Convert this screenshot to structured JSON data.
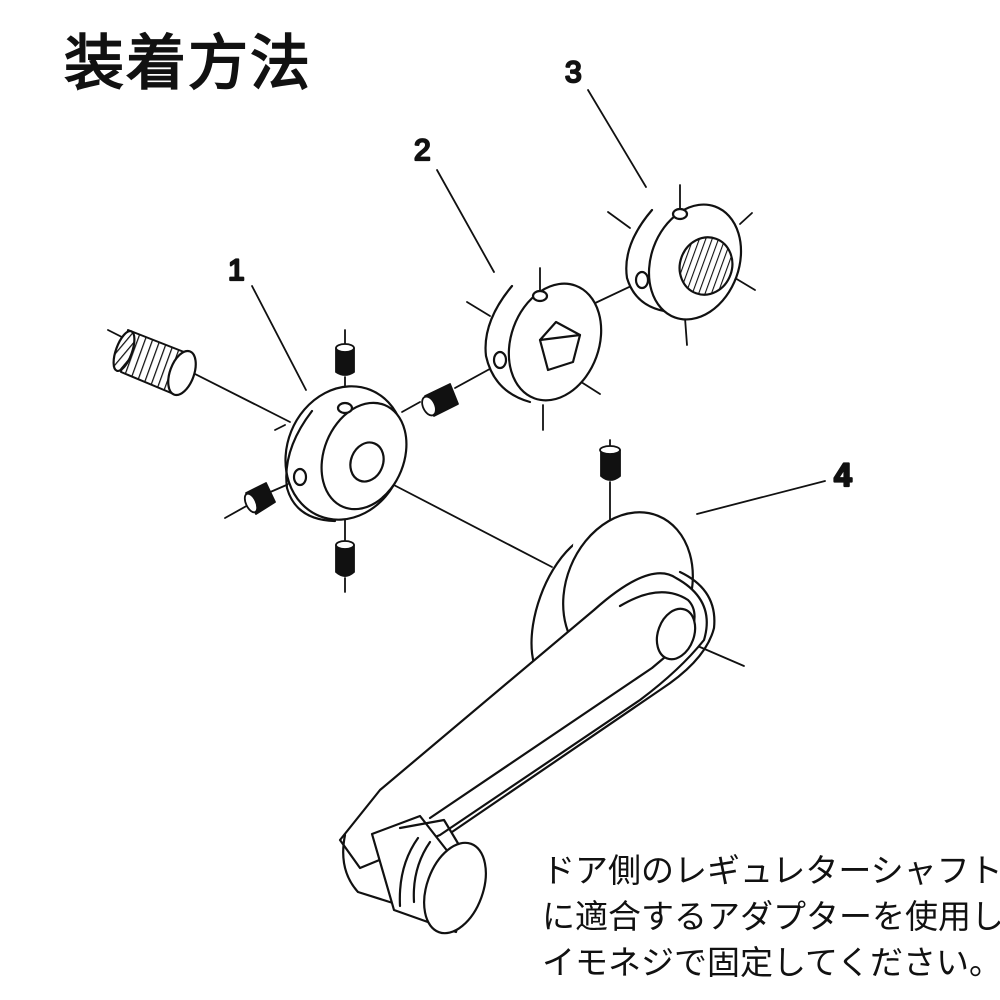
{
  "title": "装着方法",
  "labels": {
    "part1": "1",
    "part2": "2",
    "part3": "3",
    "part4": "4"
  },
  "note": {
    "line1": "ドア側のレギュレターシャフト",
    "line2": "に適合するアダプターを使用し",
    "line3": "イモネジで固定してください。"
  }
}
